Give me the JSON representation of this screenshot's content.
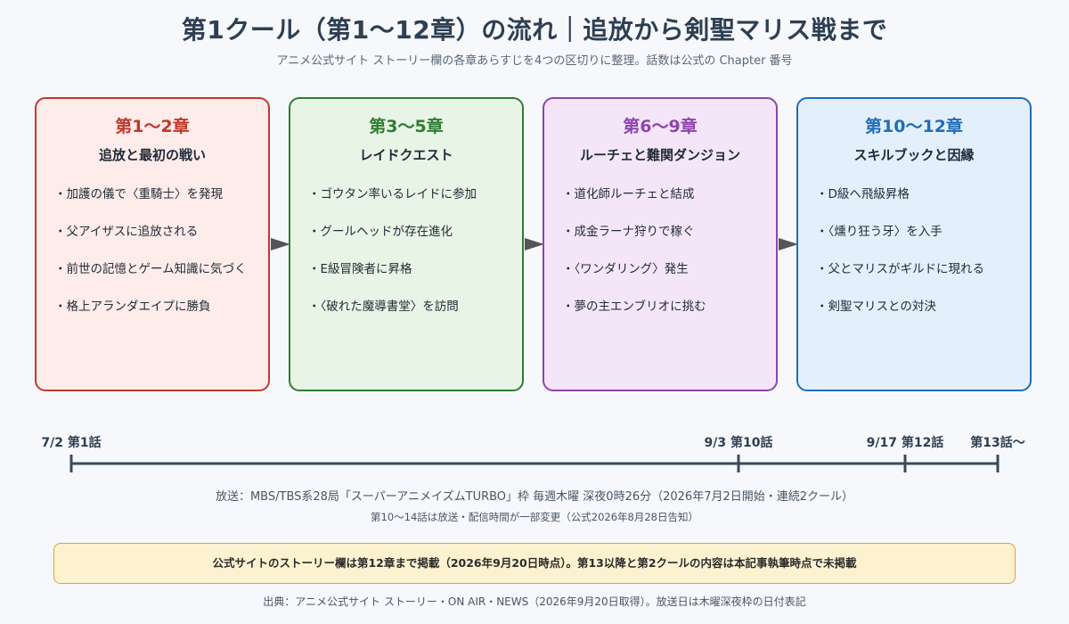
{
  "title": "第1クール（第1〜12章）の流れ｜追放から剣聖マリス戦まで",
  "subtitle": "アニメ公式サイト ストーリー欄の各章あらすじを4つの区切りに整理。話数は公式の Chapter 番号",
  "cards": [
    {
      "range": "第1〜2章",
      "name": "追放と最初の戦い",
      "items": [
        "加護の儀で〈重騎士〉を発現",
        "父アイザスに追放される",
        "前世の記憶とゲーム知識に気づく",
        "格上アランダエイプに勝負"
      ],
      "color": "#c0392b"
    },
    {
      "range": "第3〜5章",
      "name": "レイドクエスト",
      "items": [
        "ゴウタン率いるレイドに参加",
        "グールヘッドが存在進化",
        "E級冒険者に昇格",
        "〈破れた魔導書堂〉を訪問"
      ],
      "color": "#2e7d32"
    },
    {
      "range": "第6〜9章",
      "name": "ルーチェと難関ダンジョン",
      "items": [
        "道化師ルーチェと結成",
        "成金ラーナ狩りで稼ぐ",
        "〈ワンダリング〉発生",
        "夢の主エンブリオに挑む"
      ],
      "color": "#8e44ad"
    },
    {
      "range": "第10〜12章",
      "name": "スキルブックと因縁",
      "items": [
        "D級へ飛級昇格",
        "〈燻り狂う牙〉を入手",
        "父とマリスがギルドに現れる",
        "剣聖マリスとの対決"
      ],
      "color": "#1f6db8"
    }
  ],
  "timeline": {
    "markers": [
      {
        "label": "7/2 第1話"
      },
      {
        "label": "9/3 第10話"
      },
      {
        "label": "9/17 第12話"
      },
      {
        "label": "第13話〜"
      }
    ],
    "color": "#3a4a5c"
  },
  "broadcast": "放送：MBS/TBS系28局「スーパーアニメイズムTURBO」枠 毎週木曜 深夜0時26分（2026年7月2日開始・連続2クール）",
  "note": "第10〜14話は放送・配信時間が一部変更（公式2026年8月28日告知）",
  "banner": "公式サイトのストーリー欄は第12章まで掲載（2026年9月20日時点）。第13以降と第2クールの内容は本記事執筆時点で未掲載",
  "source": "出典：アニメ公式サイト ストーリー・ON AIR・NEWS（2026年9月20日取得）。放送日は木曜深夜枠の日付表記"
}
